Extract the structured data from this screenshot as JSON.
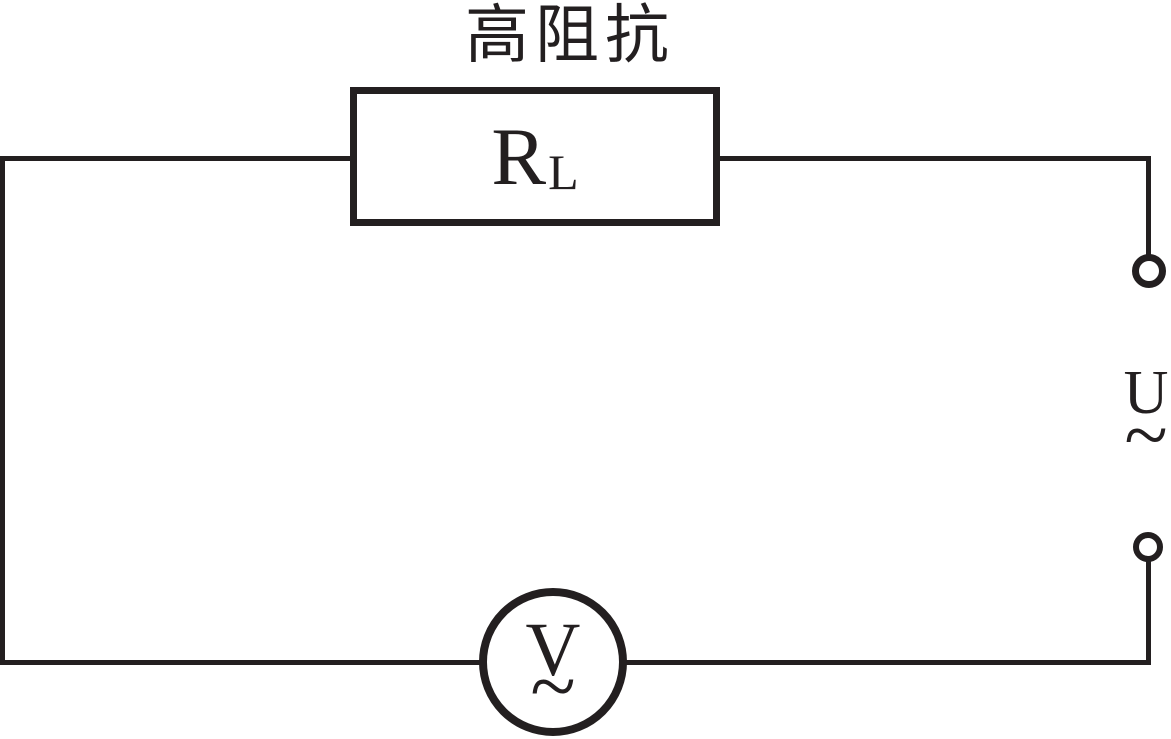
{
  "labels": {
    "high_impedance": "高阻抗",
    "resistor_symbol": "R",
    "resistor_subscript": "L",
    "voltmeter_symbol": "V",
    "voltmeter_ac_mark": "~",
    "source_symbol": "U",
    "source_ac_mark": "~"
  },
  "colors": {
    "line": "#231f20",
    "background": "#ffffff"
  }
}
